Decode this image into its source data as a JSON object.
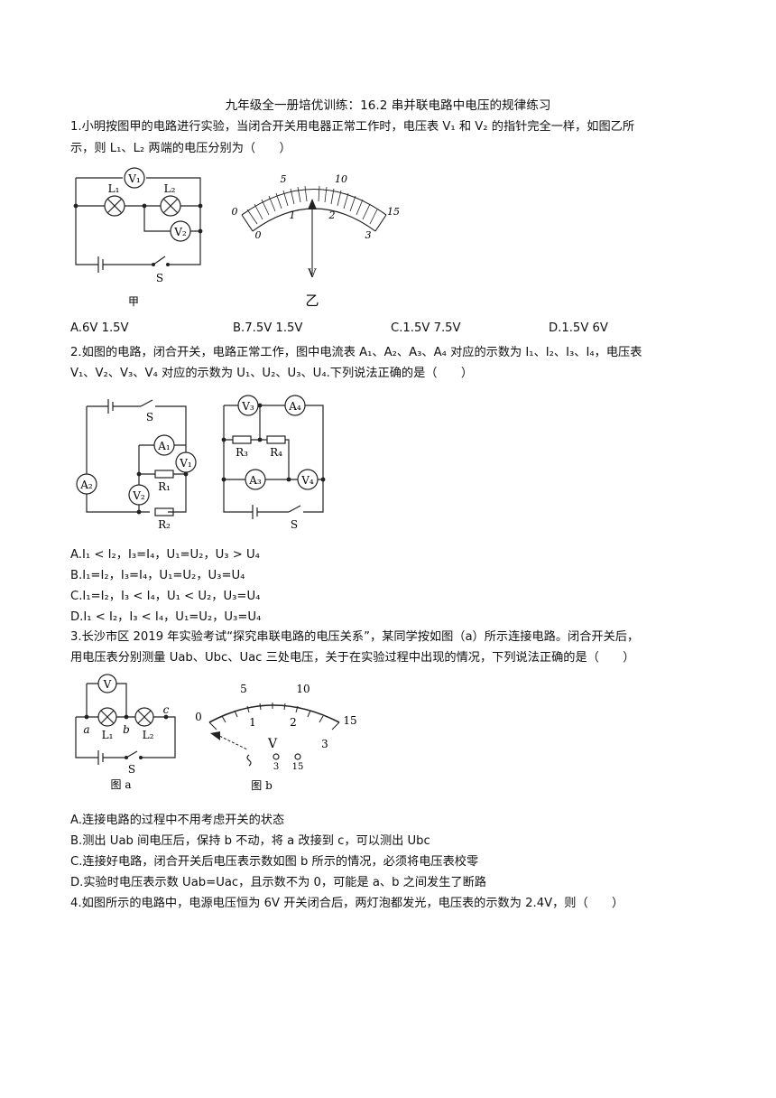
{
  "title": "九年级全一册培优训练：16.2 串并联电路中电压的规律练习",
  "q1": {
    "line1": "1.小明按图甲的电路进行实验，当闭合开关用电器正常工作时，电压表 V₁ 和 V₂ 的指针完全一样，如图乙所",
    "line2": "示，则 L₁、L₂ 两端的电压分别为（　　）",
    "fig_left": {
      "caption": "甲",
      "v1": "V₁",
      "v2": "V₂",
      "l1": "L₁",
      "l2": "L₂",
      "s": "S"
    },
    "fig_right": {
      "caption": "乙",
      "outer": [
        "0",
        "5",
        "10",
        "15"
      ],
      "inner": [
        "0",
        "1",
        "2",
        "3"
      ],
      "unit": "V"
    },
    "options": [
      "A.6V 1.5V",
      "B.7.5V 1.5V",
      "C.1.5V 7.5V",
      "D.1.5V 6V"
    ]
  },
  "q2": {
    "line1": "2.如图的电路，闭合开关，电路正常工作，图中电流表 A₁、A₂、A₃、A₄ 对应的示数为 I₁、I₂、I₃、I₄，电压表",
    "line2": "V₁、V₂、V₃、V₄ 对应的示数为 U₁、U₂、U₃、U₄.下列说法正确的是（　　）",
    "fig_left": {
      "s": "S",
      "a1": "A₁",
      "a2": "A₂",
      "v1": "V₁",
      "v2": "V₂",
      "r1": "R₁",
      "r2": "R₂"
    },
    "fig_right": {
      "v3": "V₃",
      "a4": "A₄",
      "r3": "R₃",
      "r4": "R₄",
      "a3": "A₃",
      "v4": "V₄",
      "s": "S"
    },
    "options": [
      "A.I₁ < I₂，I₃=I₄，U₁=U₂，U₃ > U₄",
      "B.I₁=I₂，I₃=I₄，U₁=U₂，U₃=U₄",
      "C.I₁=I₂，I₃ < I₄，U₁ < U₂，U₃=U₄",
      "D.I₁ < I₂，I₃ < I₄，U₁=U₂，U₃=U₄"
    ]
  },
  "q3": {
    "line1": "3.长沙市区 2019 年实验考试“探究串联电路的电压关系”，某同学按如图（a）所示连接电路。闭合开关后，",
    "line2": "用电压表分别测量 Uab、Ubc、Uac 三处电压，关于在实验过程中出现的情况，下列说法正确的是（　　）",
    "fig_left": {
      "caption": "图 a",
      "v": "V",
      "a": "a",
      "b": "b",
      "c": "c",
      "l1": "L₁",
      "l2": "L₂",
      "s": "S"
    },
    "fig_right": {
      "caption": "图 b",
      "outer": [
        "0",
        "5",
        "10",
        "15"
      ],
      "inner": [
        "1",
        "2",
        "3"
      ],
      "unit": "V",
      "terminals": [
        "3",
        "15"
      ]
    },
    "options": [
      "A.连接电路的过程中不用考虑开关的状态",
      "B.测出 Uab 间电压后，保持 b 不动，将 a 改接到 c，可以测出 Ubc",
      "C.连接好电路，闭合开关后电压表示数如图 b 所示的情况，必须将电压表校零",
      "D.实验时电压表示数 Uab=Uac，且示数不为 0，可能是 a、b 之间发生了断路"
    ]
  },
  "q4": {
    "line1": "4.如图所示的电路中，电源电压恒为 6V 开关闭合后，两灯泡都发光，电压表的示数为 2.4V，则（　　）"
  }
}
